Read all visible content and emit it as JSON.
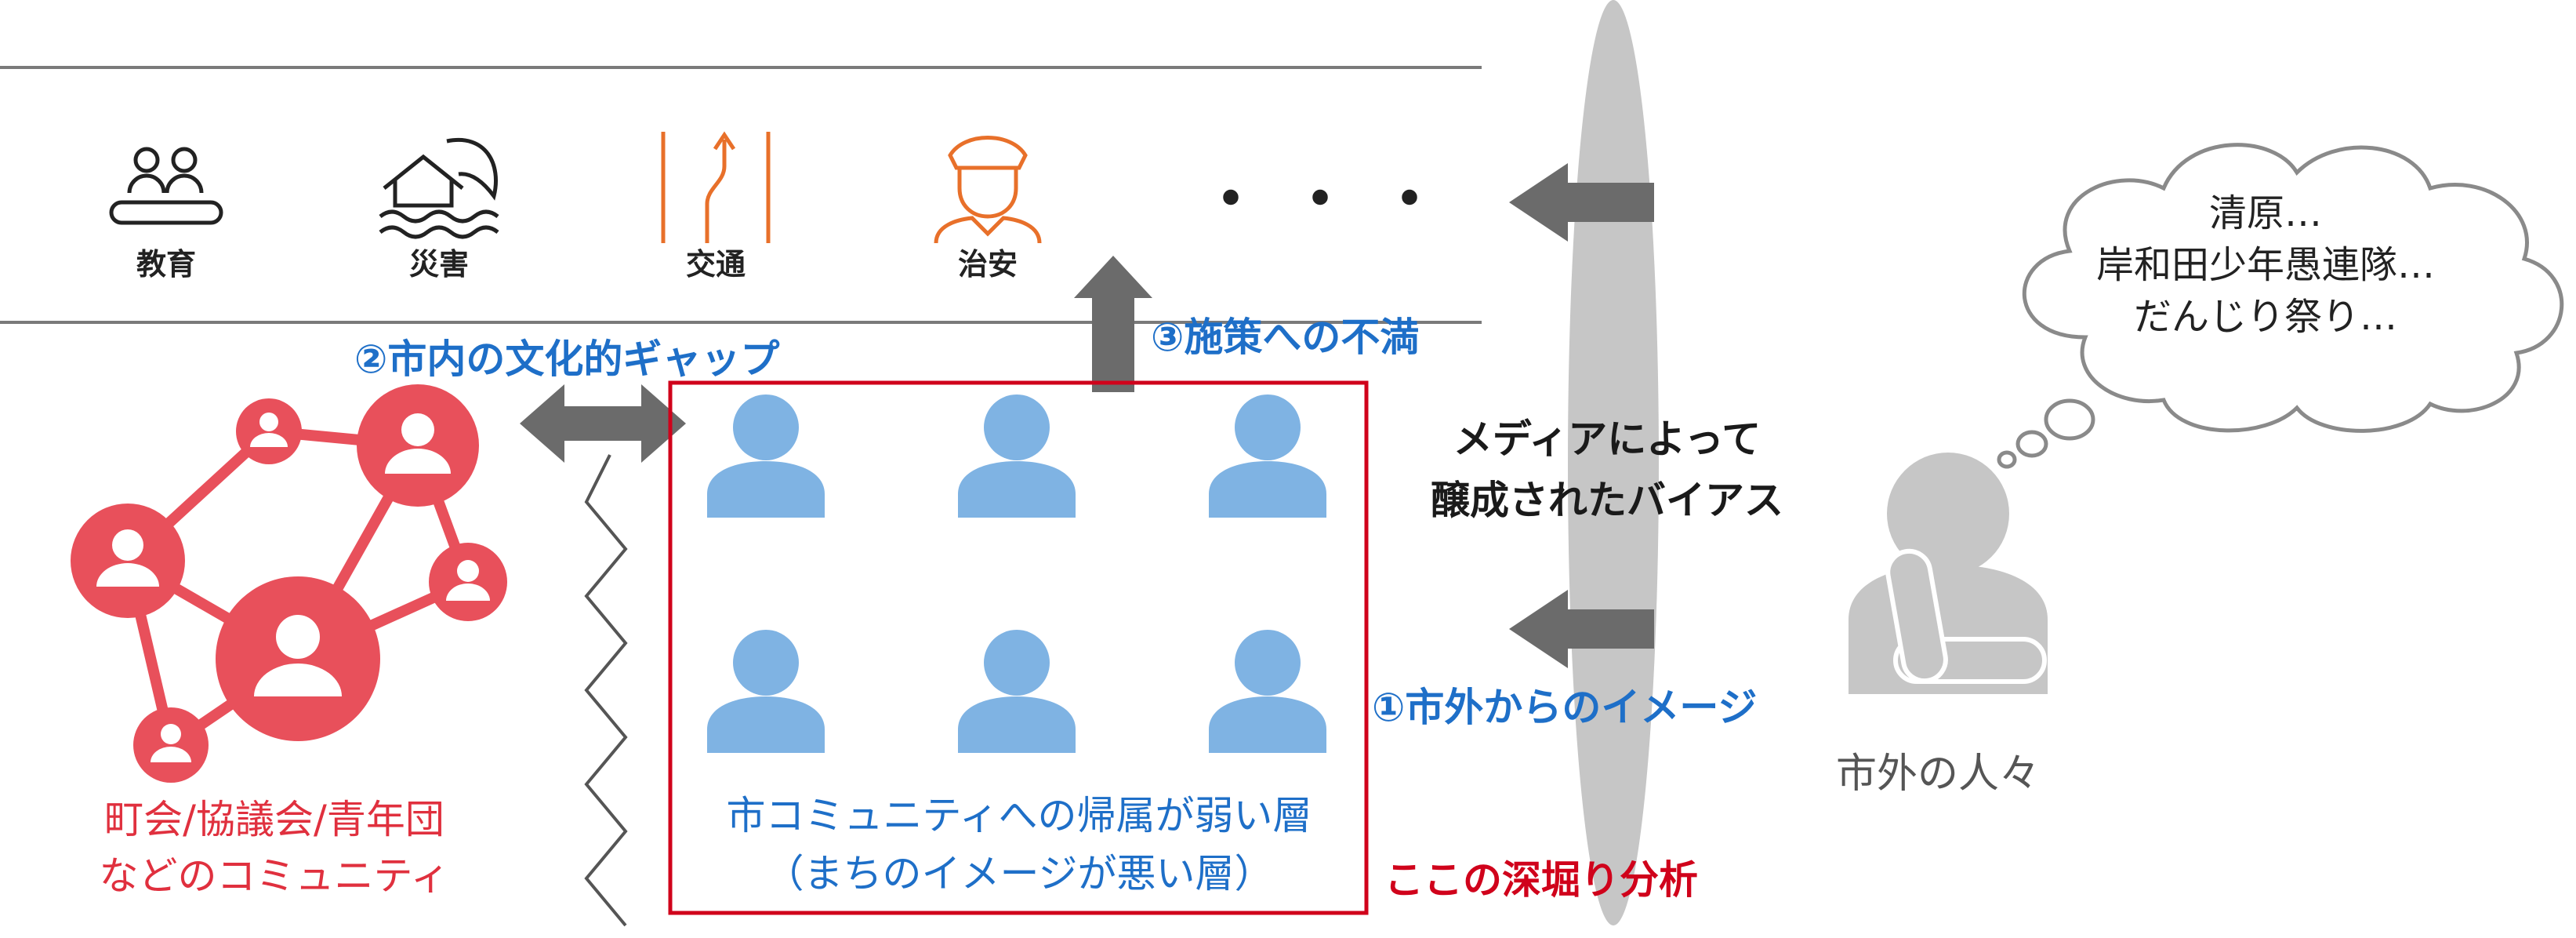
{
  "categories": [
    {
      "label": "教育",
      "icon": "education-icon"
    },
    {
      "label": "災害",
      "icon": "disaster-icon"
    },
    {
      "label": "交通",
      "icon": "traffic-icon"
    },
    {
      "label": "治安",
      "icon": "police-icon"
    }
  ],
  "ellipsis": "・・・",
  "labels": {
    "cultural_gap": "②市内の文化的ギャップ",
    "policy_dissatisfaction": "③施策への不満",
    "media_bias_line1": "メディアによって",
    "media_bias_line2": "醸成されたバイアス",
    "outside_image": "①市外からのイメージ",
    "community_line1": "町会/協議会/青年団",
    "community_line2": "などのコミュニティ",
    "weak_group_line1": "市コミュニティへの帰属が弱い層",
    "weak_group_line2": "（まちのイメージが悪い層）",
    "deep_dive": "ここの深堀り分析",
    "outsiders": "市外の人々"
  },
  "thought_bubble": {
    "line1": "清原…",
    "line2": "岸和田少年愚連隊…",
    "line3": "だんじり祭り…"
  },
  "colors": {
    "red": "#e8505b",
    "blue_person": "#7fb3e3",
    "blue_text": "#1e6fc8",
    "orange_icon": "#e8702a",
    "gray_arrow": "#6b6b6b",
    "lens_gray": "#c6c6c6",
    "box_red": "#d0021b"
  }
}
